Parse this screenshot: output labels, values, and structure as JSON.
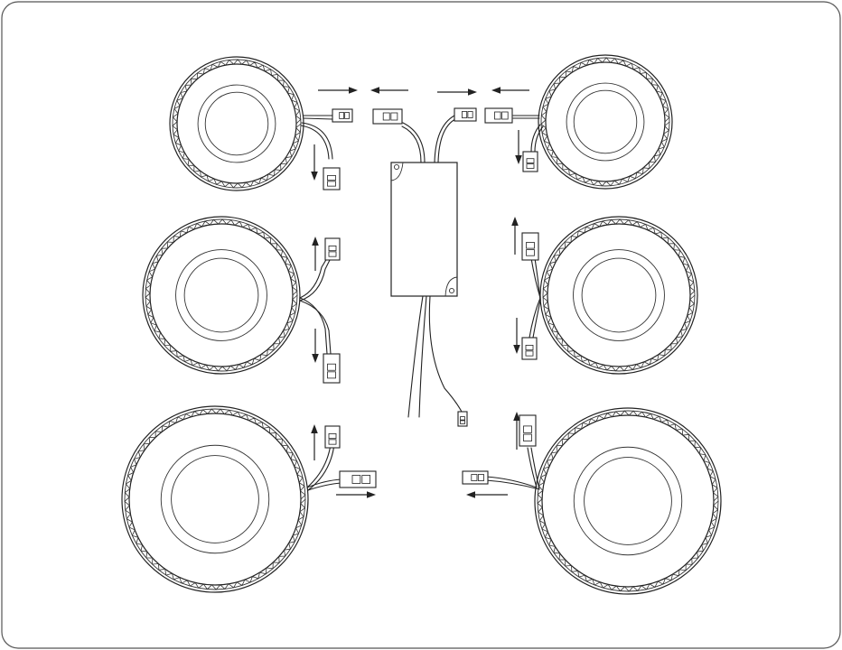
{
  "diagram": {
    "lights": [
      {
        "id": "top-left"
      },
      {
        "id": "top-right"
      },
      {
        "id": "middle-left"
      },
      {
        "id": "middle-right"
      },
      {
        "id": "bottom-left"
      },
      {
        "id": "bottom-right"
      }
    ],
    "driver": {
      "id": "driver-box"
    },
    "colors": {
      "line": "#222222",
      "background": "#ffffff"
    }
  }
}
